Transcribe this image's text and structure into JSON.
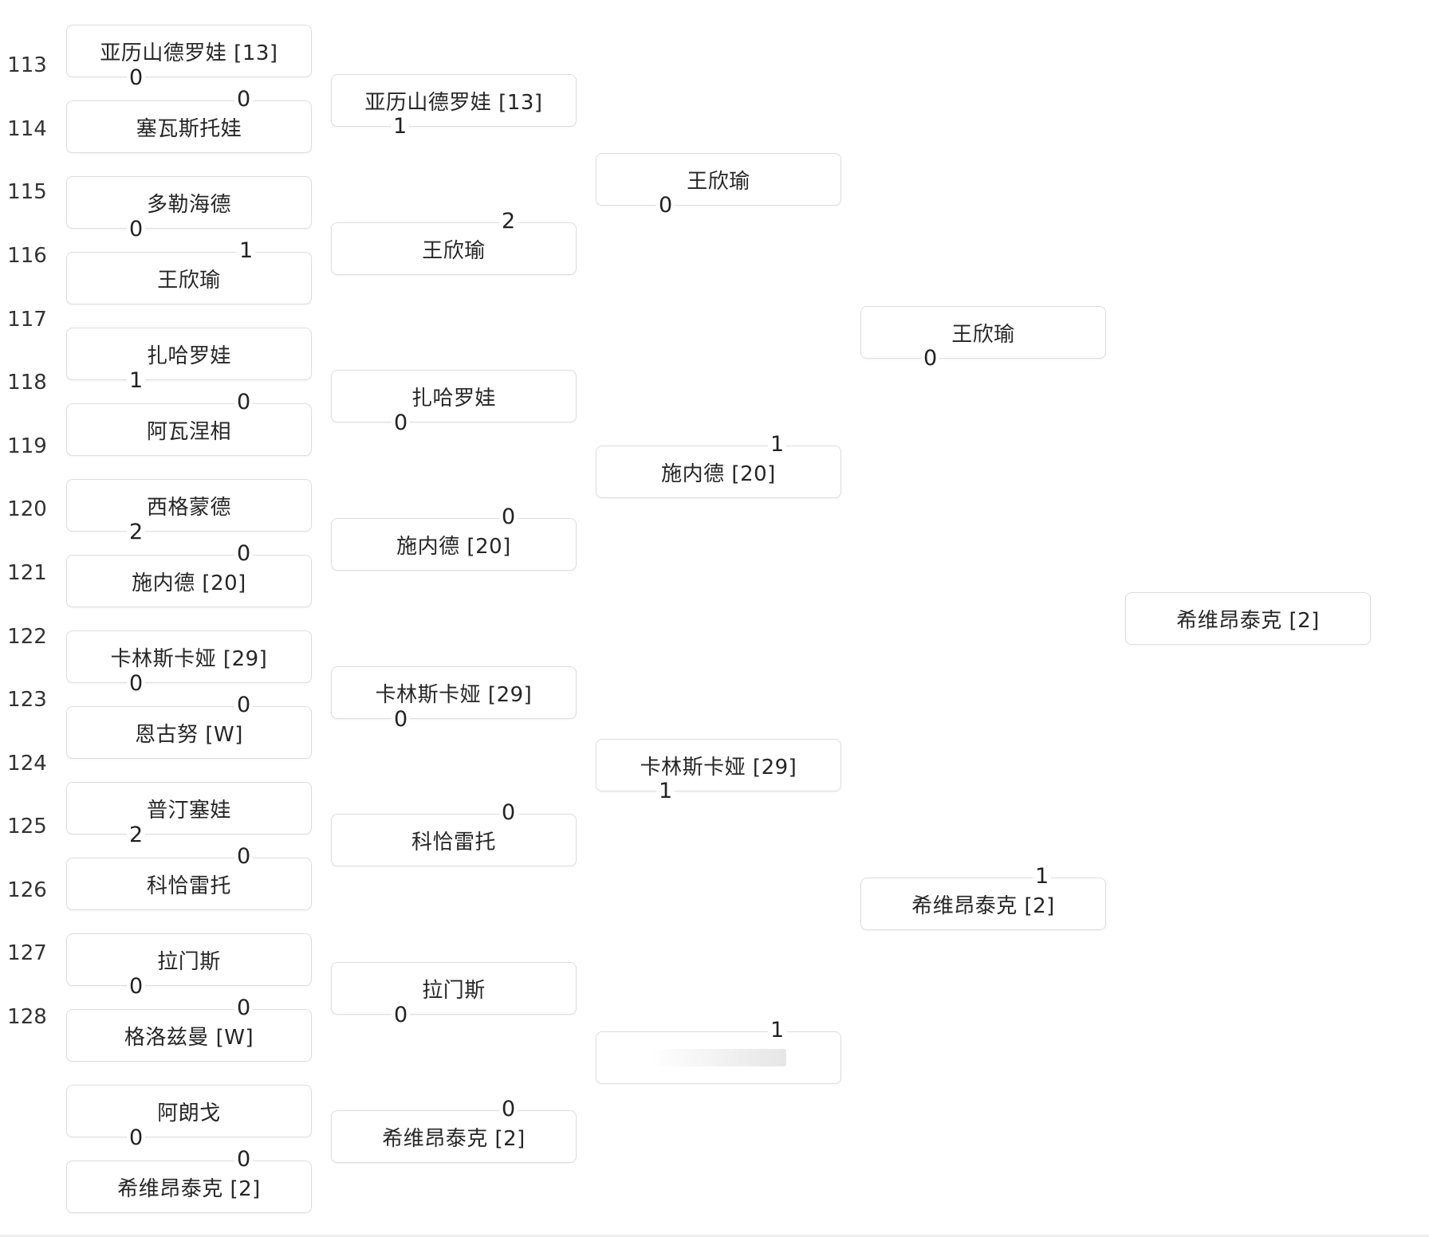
{
  "seed_numbers": [
    "113",
    "114",
    "115",
    "116",
    "117",
    "118",
    "119",
    "120",
    "121",
    "122",
    "123",
    "124",
    "125",
    "126",
    "127",
    "128"
  ],
  "rounds": [
    {
      "slots": [
        {
          "name": "亚历山德罗娃 [13]",
          "score": "0"
        },
        {
          "name": "塞瓦斯托娃",
          "score": "0"
        },
        {
          "name": "多勒海德",
          "score": "0"
        },
        {
          "name": "王欣瑜",
          "score": "1"
        },
        {
          "name": "扎哈罗娃",
          "score": "1"
        },
        {
          "name": "阿瓦涅相",
          "score": "0"
        },
        {
          "name": "西格蒙德",
          "score": "2"
        },
        {
          "name": "施内德 [20]",
          "score": "0"
        },
        {
          "name": "卡林斯卡娅 [29]",
          "score": "0"
        },
        {
          "name": "恩古努 [W]",
          "score": "0"
        },
        {
          "name": "普汀塞娃",
          "score": "2"
        },
        {
          "name": "科恰雷托",
          "score": "0"
        },
        {
          "name": "拉门斯",
          "score": "0"
        },
        {
          "name": "格洛兹曼 [W]",
          "score": "0"
        },
        {
          "name": "阿朗戈",
          "score": "0"
        },
        {
          "name": "希维昂泰克 [2]",
          "score": "0"
        }
      ]
    },
    {
      "slots": [
        {
          "name": "亚历山德罗娃 [13]",
          "score": "1"
        },
        {
          "name": "王欣瑜",
          "score": "2"
        },
        {
          "name": "扎哈罗娃",
          "score": "0"
        },
        {
          "name": "施内德 [20]",
          "score": "0"
        },
        {
          "name": "卡林斯卡娅 [29]",
          "score": "0"
        },
        {
          "name": "科恰雷托",
          "score": "0"
        },
        {
          "name": "拉门斯",
          "score": "0"
        },
        {
          "name": "希维昂泰克 [2]",
          "score": "0"
        }
      ]
    },
    {
      "slots": [
        {
          "name": "王欣瑜",
          "score": "0"
        },
        {
          "name": "施内德 [20]",
          "score": "1"
        },
        {
          "name": "卡林斯卡娅 [29]",
          "score": "1"
        },
        {
          "name": "",
          "score": "1"
        }
      ]
    },
    {
      "slots": [
        {
          "name": "王欣瑜",
          "score": "0"
        },
        {
          "name": "希维昂泰克 [2]",
          "score": "1"
        }
      ]
    },
    {
      "slots": [
        {
          "name": "希维昂泰克 [2]",
          "score": ""
        }
      ]
    }
  ],
  "colors": {
    "border": "#dedede",
    "text": "#262626"
  }
}
